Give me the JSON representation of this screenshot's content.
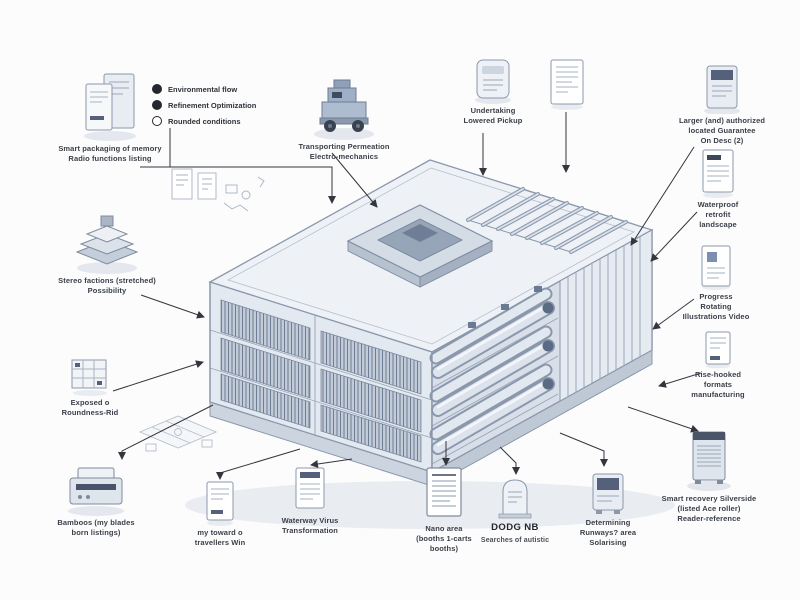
{
  "diagram": {
    "legend": {
      "items": [
        {
          "label": "Environmental flow"
        },
        {
          "label": "Refinement Optimization"
        },
        {
          "label": "Rounded conditions"
        }
      ]
    },
    "callouts": {
      "packaging": {
        "label": "Smart packaging of memory\nRadio functions listing"
      },
      "transport": {
        "label": "Transporting Permeation\nElectro-mechanics"
      },
      "undertaking": {
        "label": "Undertaking\nLowered Pickup"
      },
      "authorized": {
        "label": "Larger (and) authorized\nlocated Guarantee\nOn Desc (2)"
      },
      "waterproof": {
        "label": "Waterproof\nretrofit\nlandscape"
      },
      "progress": {
        "label": "Progress\nRotating\nIllustrations Video"
      },
      "formats": {
        "label": "Rise-hooked\nformats\nmanufacturing"
      },
      "recovery": {
        "label": "Smart recovery Silverside\n(listed Ace roller)\nReader-reference"
      },
      "stereo": {
        "label": "Stereo factions (stretched)\nPossibility"
      },
      "exposed": {
        "label": "Exposed o\nRoundness-Rid"
      },
      "bamboos": {
        "label": "Bamboos (my blades\nborn listings)"
      },
      "toward": {
        "label": "my toward o\ntravellers Win"
      },
      "waterway": {
        "label": "Waterway Virus\nTransformation"
      },
      "nano": {
        "label": "Nano area\n(booths 1-carts\nbooths)"
      },
      "dodg": {
        "title": "DODG NB",
        "subtitle": "Searches of autistic"
      },
      "determining": {
        "label": "Determining\nRunways? area\nSolarising"
      }
    },
    "colors": {
      "line": "#8b98ac",
      "fill_light": "#eef1f6",
      "fill_mid": "#d9e0e9",
      "fill_dark": "#b9c3d2",
      "accent": "#55617a",
      "leader": "#33363c"
    }
  }
}
